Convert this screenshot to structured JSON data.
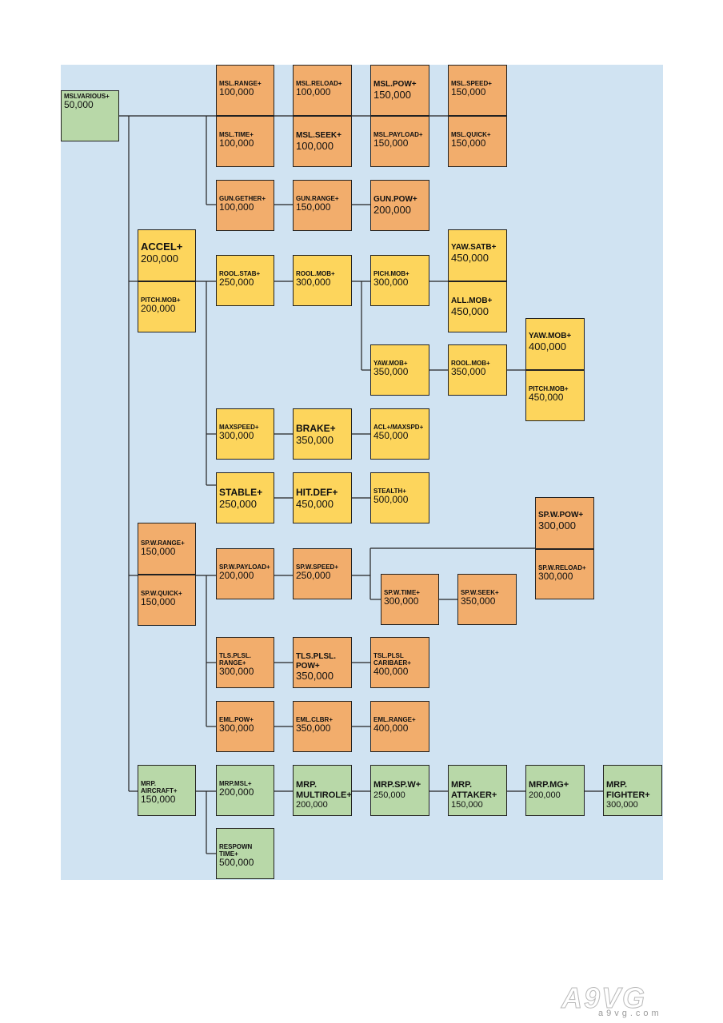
{
  "colors": {
    "panel": "#d0e3f2",
    "orange": "#f2ad6c",
    "yellow": "#fdd55c",
    "green": "#b8d8a8",
    "line": "#222222"
  },
  "nodes": [
    {
      "id": "msl-various",
      "label": "MSLVARIOUS+",
      "cost": "50,000",
      "color": "green"
    },
    {
      "id": "msl-range",
      "label": "MSL.RANGE+",
      "cost": "100,000",
      "color": "orange"
    },
    {
      "id": "msl-reload",
      "label": "MSL.RELOAD+",
      "cost": "100,000",
      "color": "orange"
    },
    {
      "id": "msl-pow",
      "label": "MSL.POW+",
      "cost": "150,000",
      "color": "orange"
    },
    {
      "id": "msl-speed",
      "label": "MSL.SPEED+",
      "cost": "150,000",
      "color": "orange"
    },
    {
      "id": "msl-time",
      "label": "MSL.TIME+",
      "cost": "100,000",
      "color": "orange"
    },
    {
      "id": "msl-seek",
      "label": "MSL.SEEK+",
      "cost": "100,000",
      "color": "orange"
    },
    {
      "id": "msl-payload",
      "label": "MSL.PAYLOAD+",
      "cost": "150,000",
      "color": "orange"
    },
    {
      "id": "msl-quick",
      "label": "MSL.QUICK+",
      "cost": "150,000",
      "color": "orange"
    },
    {
      "id": "gun-gether",
      "label": "GUN.GETHER+",
      "cost": "100,000",
      "color": "orange"
    },
    {
      "id": "gun-range",
      "label": "GUN.RANGE+",
      "cost": "150,000",
      "color": "orange"
    },
    {
      "id": "gun-pow",
      "label": "GUN.POW+",
      "cost": "200,000",
      "color": "orange"
    },
    {
      "id": "accel",
      "label": "ACCEL+",
      "cost": "200,000",
      "color": "yellow"
    },
    {
      "id": "pitch-mob-a",
      "label": "PITCH.MOB+",
      "cost": "200,000",
      "color": "yellow"
    },
    {
      "id": "rool-stab",
      "label": "ROOL.STAB+",
      "cost": "250,000",
      "color": "yellow"
    },
    {
      "id": "rool-mob-a",
      "label": "ROOL.MOB+",
      "cost": "300,000",
      "color": "yellow"
    },
    {
      "id": "pich-mob",
      "label": "PICH.MOB+",
      "cost": "300,000",
      "color": "yellow"
    },
    {
      "id": "yaw-satb",
      "label": "YAW.SATB+",
      "cost": " 450,000",
      "color": "yellow"
    },
    {
      "id": "all-mob",
      "label": "ALL.MOB+",
      "cost": "450,000",
      "color": "yellow"
    },
    {
      "id": "yaw-mob-a",
      "label": "YAW.MOB+",
      "cost": "350,000",
      "color": "yellow"
    },
    {
      "id": "rool-mob-b",
      "label": "ROOL.MOB+",
      "cost": "350,000",
      "color": "yellow"
    },
    {
      "id": "yaw-mob-b",
      "label": "YAW.MOB+",
      "cost": "400,000",
      "color": "yellow"
    },
    {
      "id": "pitch-mob-b",
      "label": "PITCH.MOB+",
      "cost": "450,000",
      "color": "yellow"
    },
    {
      "id": "maxspeed",
      "label": "MAXSPEED+",
      "cost": "300,000",
      "color": "yellow"
    },
    {
      "id": "brake",
      "label": "BRAKE+",
      "cost": "350,000",
      "color": "yellow"
    },
    {
      "id": "acl-maxspd",
      "label": "ACL+/MAXSPD+",
      "cost": "450,000",
      "color": "yellow"
    },
    {
      "id": "stable",
      "label": "STABLE+",
      "cost": "250,000",
      "color": "yellow"
    },
    {
      "id": "hit-def",
      "label": "HIT.DEF+",
      "cost": "450,000",
      "color": "yellow"
    },
    {
      "id": "stealth",
      "label": "STEALTH+",
      "cost": "500,000",
      "color": "yellow"
    },
    {
      "id": "spw-range",
      "label": "SP.W.RANGE+",
      "cost": "150,000",
      "color": "orange"
    },
    {
      "id": "spw-quick",
      "label": "SP.W.QUICK+",
      "cost": "150,000",
      "color": "orange"
    },
    {
      "id": "spw-payload",
      "label": "SP.W.PAYLOAD+",
      "cost": "200,000",
      "color": "orange"
    },
    {
      "id": "spw-speed",
      "label": "SP.W.SPEED+",
      "cost": "250,000",
      "color": "orange"
    },
    {
      "id": "spw-time",
      "label": "SP.W.TIME+",
      "cost": "300,000",
      "color": "orange"
    },
    {
      "id": "spw-seek",
      "label": "SP.W.SEEK+",
      "cost": "350,000",
      "color": "orange"
    },
    {
      "id": "spw-pow",
      "label": "SP.W.POW+",
      "cost": "300,000",
      "color": "orange"
    },
    {
      "id": "spw-reload",
      "label": "SP.W.RELOAD+",
      "cost": "300,000",
      "color": "orange"
    },
    {
      "id": "tls-plsl-range",
      "label": "TLS.PLSL.\nRANGE+",
      "cost": "300,000",
      "color": "orange"
    },
    {
      "id": "tls-plsl-pow",
      "label": "TLS.PLSL.\nPOW+",
      "cost": "350,000",
      "color": "orange"
    },
    {
      "id": "tsl-plsl-caribaer",
      "label": "TSL.PLSL\nCARIBAER+",
      "cost": "400,000",
      "color": "orange"
    },
    {
      "id": "eml-pow",
      "label": "EML.POW+",
      "cost": "300,000",
      "color": "orange"
    },
    {
      "id": "eml-clbr",
      "label": "EML.CLBR+",
      "cost": "350,000",
      "color": "orange"
    },
    {
      "id": "eml-range",
      "label": "EML.RANGE+",
      "cost": "400,000",
      "color": "orange"
    },
    {
      "id": "mrp-aircraft",
      "label": "MRP.\nAIRCRAFT+",
      "cost": "150,000",
      "color": "green"
    },
    {
      "id": "mrp-msl",
      "label": "MRP.MSL+",
      "cost": " 200,000",
      "color": "green"
    },
    {
      "id": "mrp-multirole",
      "label": "MRP.\nMULTIROLE+",
      "cost": "200,000",
      "color": "green"
    },
    {
      "id": "mrp-spw",
      "label": "MRP.SP.W+",
      "cost": "250,000",
      "color": "green"
    },
    {
      "id": "mrp-attaker",
      "label": "MRP.\nATTAKER+",
      "cost": "150,000",
      "color": "green"
    },
    {
      "id": "mrp-mg",
      "label": "MRP.MG+",
      "cost": "200,000",
      "color": "green"
    },
    {
      "id": "mrp-fighter",
      "label": "MRP.\nFIGHTER+",
      "cost": "300,000",
      "color": "green"
    },
    {
      "id": "respown-time",
      "label": "RESPOWN\nTIME+",
      "cost": "500,000",
      "color": "green"
    }
  ],
  "watermark": {
    "logo": "A9VG",
    "site": "a9vg.com"
  }
}
